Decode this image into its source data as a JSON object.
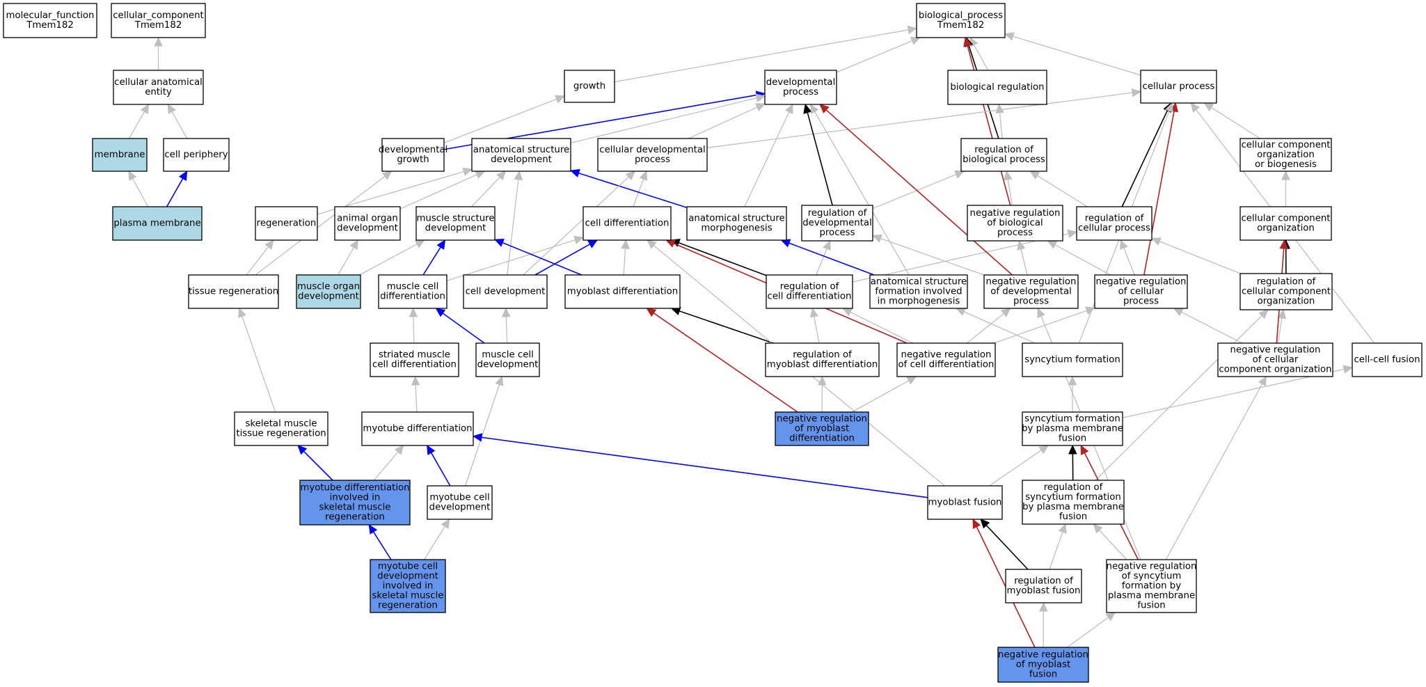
{
  "diagram": {
    "colors": {
      "background": "#ffffff",
      "node_default": "#ffffff",
      "node_lightblue": "#add8e6",
      "node_blue": "#6495ed",
      "edge_is_a": "#bfbfbf",
      "edge_part_of": "#0000ff",
      "edge_regulates": "#000000",
      "edge_negatively_regulates": "#b22222"
    },
    "nodes": [
      {
        "id": "mf",
        "lines": [
          "molecular_function",
          "Tmem182"
        ],
        "fill": "white"
      },
      {
        "id": "cc",
        "lines": [
          "cellular_component",
          "Tmem182"
        ],
        "fill": "white"
      },
      {
        "id": "bp",
        "lines": [
          "biological_process",
          "Tmem182"
        ],
        "fill": "white"
      },
      {
        "id": "cae",
        "lines": [
          "cellular anatomical",
          "entity"
        ],
        "fill": "white"
      },
      {
        "id": "membrane",
        "lines": [
          "membrane"
        ],
        "fill": "lightblue"
      },
      {
        "id": "cellperiph",
        "lines": [
          "cell periphery"
        ],
        "fill": "white"
      },
      {
        "id": "plasmamem",
        "lines": [
          "plasma membrane"
        ],
        "fill": "lightblue"
      },
      {
        "id": "growth",
        "lines": [
          "growth"
        ],
        "fill": "white"
      },
      {
        "id": "devproc",
        "lines": [
          "developmental",
          "process"
        ],
        "fill": "white"
      },
      {
        "id": "bioreg",
        "lines": [
          "biological regulation"
        ],
        "fill": "white"
      },
      {
        "id": "cellproc",
        "lines": [
          "cellular process"
        ],
        "fill": "white"
      },
      {
        "id": "devgrowth",
        "lines": [
          "developmental",
          "growth"
        ],
        "fill": "white"
      },
      {
        "id": "asd",
        "lines": [
          "anatomical structure",
          "development"
        ],
        "fill": "white"
      },
      {
        "id": "celldevproc",
        "lines": [
          "cellular developmental",
          "process"
        ],
        "fill": "white"
      },
      {
        "id": "regbio",
        "lines": [
          "regulation of",
          "biological process"
        ],
        "fill": "white"
      },
      {
        "id": "ccob",
        "lines": [
          "cellular component",
          "organization",
          "or biogenesis"
        ],
        "fill": "white"
      },
      {
        "id": "regeneration",
        "lines": [
          "regeneration"
        ],
        "fill": "white"
      },
      {
        "id": "aod",
        "lines": [
          "animal organ",
          "development"
        ],
        "fill": "white"
      },
      {
        "id": "msd",
        "lines": [
          "muscle structure",
          "development"
        ],
        "fill": "white"
      },
      {
        "id": "celldiff",
        "lines": [
          "cell differentiation"
        ],
        "fill": "white"
      },
      {
        "id": "asm",
        "lines": [
          "anatomical structure",
          "morphogenesis"
        ],
        "fill": "white"
      },
      {
        "id": "regdev",
        "lines": [
          "regulation of",
          "developmental",
          "process"
        ],
        "fill": "white"
      },
      {
        "id": "negregbio",
        "lines": [
          "negative regulation",
          "of biological",
          "process"
        ],
        "fill": "white"
      },
      {
        "id": "regcell",
        "lines": [
          "regulation of",
          "cellular process"
        ],
        "fill": "white"
      },
      {
        "id": "cco",
        "lines": [
          "cellular component",
          "organization"
        ],
        "fill": "white"
      },
      {
        "id": "tissuereg",
        "lines": [
          "tissue regeneration"
        ],
        "fill": "white"
      },
      {
        "id": "mod",
        "lines": [
          "muscle organ",
          "development"
        ],
        "fill": "lightblue"
      },
      {
        "id": "mcd",
        "lines": [
          "muscle cell",
          "differentiation"
        ],
        "fill": "white"
      },
      {
        "id": "celldev",
        "lines": [
          "cell development"
        ],
        "fill": "white"
      },
      {
        "id": "myodiff",
        "lines": [
          "myoblast differentiation"
        ],
        "fill": "white"
      },
      {
        "id": "regcelldiff",
        "lines": [
          "regulation of",
          "cell differentiation"
        ],
        "fill": "white"
      },
      {
        "id": "asfim",
        "lines": [
          "anatomical structure",
          "formation involved",
          "in morphogenesis"
        ],
        "fill": "white"
      },
      {
        "id": "negregdev",
        "lines": [
          "negative regulation",
          "of developmental",
          "process"
        ],
        "fill": "white"
      },
      {
        "id": "negregcell",
        "lines": [
          "negative regulation",
          "of cellular",
          "process"
        ],
        "fill": "white"
      },
      {
        "id": "regcco",
        "lines": [
          "regulation of",
          "cellular component",
          "organization"
        ],
        "fill": "white"
      },
      {
        "id": "smcd",
        "lines": [
          "striated muscle",
          "cell differentiation"
        ],
        "fill": "white"
      },
      {
        "id": "mcdev",
        "lines": [
          "muscle cell",
          "development"
        ],
        "fill": "white"
      },
      {
        "id": "regmyodiff",
        "lines": [
          "regulation of",
          "myoblast differentiation"
        ],
        "fill": "white"
      },
      {
        "id": "negregcelldiff",
        "lines": [
          "negative regulation",
          "of cell differentiation"
        ],
        "fill": "white"
      },
      {
        "id": "syncform",
        "lines": [
          "syncytium formation"
        ],
        "fill": "white"
      },
      {
        "id": "negregcco",
        "lines": [
          "negative regulation",
          "of cellular",
          "component organization"
        ],
        "fill": "white"
      },
      {
        "id": "ccfusion",
        "lines": [
          "cell-cell fusion"
        ],
        "fill": "white"
      },
      {
        "id": "skmtr",
        "lines": [
          "skeletal muscle",
          "tissue regeneration"
        ],
        "fill": "white"
      },
      {
        "id": "myotubediff",
        "lines": [
          "myotube differentiation"
        ],
        "fill": "white"
      },
      {
        "id": "negregmyodiff",
        "lines": [
          "negative regulation",
          "of myoblast",
          "differentiation"
        ],
        "fill": "blue"
      },
      {
        "id": "sfpmf",
        "lines": [
          "syncytium formation",
          "by plasma membrane",
          "fusion"
        ],
        "fill": "white"
      },
      {
        "id": "mdisk",
        "lines": [
          "myotube differentiation",
          "involved in",
          "skeletal muscle",
          "regeneration"
        ],
        "fill": "blue"
      },
      {
        "id": "mtcd",
        "lines": [
          "myotube cell",
          "development"
        ],
        "fill": "white"
      },
      {
        "id": "myofusion",
        "lines": [
          "myoblast fusion"
        ],
        "fill": "white"
      },
      {
        "id": "regsfpmf",
        "lines": [
          "regulation of",
          "syncytium formation",
          "by plasma membrane",
          "fusion"
        ],
        "fill": "white"
      },
      {
        "id": "mtcdisk",
        "lines": [
          "myotube cell",
          "development",
          "involved in",
          "skeletal muscle",
          "regeneration"
        ],
        "fill": "blue"
      },
      {
        "id": "regmyofusion",
        "lines": [
          "regulation of",
          "myoblast fusion"
        ],
        "fill": "white"
      },
      {
        "id": "negregsfpmf",
        "lines": [
          "negative regulation",
          "of syncytium",
          "formation by",
          "plasma membrane",
          "fusion"
        ],
        "fill": "white"
      },
      {
        "id": "negregmyofusion",
        "lines": [
          "negative regulation",
          "of myoblast",
          "fusion"
        ],
        "fill": "blue"
      }
    ],
    "edges": [
      {
        "from": "cae",
        "to": "cc",
        "type": "is_a"
      },
      {
        "from": "membrane",
        "to": "cae",
        "type": "is_a"
      },
      {
        "from": "cellperiph",
        "to": "cae",
        "type": "is_a"
      },
      {
        "from": "plasmamem",
        "to": "membrane",
        "type": "is_a"
      },
      {
        "from": "plasmamem",
        "to": "cellperiph",
        "type": "part_of"
      },
      {
        "from": "growth",
        "to": "bp",
        "type": "is_a"
      },
      {
        "from": "devproc",
        "to": "bp",
        "type": "is_a"
      },
      {
        "from": "bioreg",
        "to": "bp",
        "type": "is_a"
      },
      {
        "from": "cellproc",
        "to": "bp",
        "type": "is_a"
      },
      {
        "from": "regbio",
        "to": "bp",
        "type": "regulates"
      },
      {
        "from": "negregbio",
        "to": "bp",
        "type": "negatively_regulates"
      },
      {
        "from": "devgrowth",
        "to": "growth",
        "type": "is_a"
      },
      {
        "from": "devgrowth",
        "to": "devproc",
        "type": "part_of"
      },
      {
        "from": "asd",
        "to": "devproc",
        "type": "is_a"
      },
      {
        "from": "celldevproc",
        "to": "devproc",
        "type": "is_a"
      },
      {
        "from": "celldevproc",
        "to": "cellproc",
        "type": "is_a"
      },
      {
        "from": "regbio",
        "to": "bioreg",
        "type": "is_a"
      },
      {
        "from": "ccob",
        "to": "cellproc",
        "type": "is_a"
      },
      {
        "from": "regeneration",
        "to": "asd",
        "type": "is_a"
      },
      {
        "from": "aod",
        "to": "asd",
        "type": "is_a"
      },
      {
        "from": "msd",
        "to": "asd",
        "type": "is_a"
      },
      {
        "from": "celldiff",
        "to": "celldevproc",
        "type": "is_a"
      },
      {
        "from": "asm",
        "to": "devproc",
        "type": "is_a"
      },
      {
        "from": "asm",
        "to": "asd",
        "type": "part_of"
      },
      {
        "from": "regdev",
        "to": "devproc",
        "type": "regulates"
      },
      {
        "from": "regdev",
        "to": "regbio",
        "type": "is_a"
      },
      {
        "from": "negregbio",
        "to": "regbio",
        "type": "is_a"
      },
      {
        "from": "regcell",
        "to": "regbio",
        "type": "is_a"
      },
      {
        "from": "regcell",
        "to": "cellproc",
        "type": "regulates"
      },
      {
        "from": "cco",
        "to": "ccob",
        "type": "is_a"
      },
      {
        "from": "tissuereg",
        "to": "regeneration",
        "type": "is_a"
      },
      {
        "from": "tissuereg",
        "to": "devgrowth",
        "type": "is_a"
      },
      {
        "from": "mod",
        "to": "aod",
        "type": "is_a"
      },
      {
        "from": "mod",
        "to": "msd",
        "type": "is_a"
      },
      {
        "from": "mcd",
        "to": "msd",
        "type": "part_of"
      },
      {
        "from": "mcd",
        "to": "celldiff",
        "type": "is_a"
      },
      {
        "from": "celldev",
        "to": "asd",
        "type": "is_a"
      },
      {
        "from": "celldev",
        "to": "celldevproc",
        "type": "is_a"
      },
      {
        "from": "celldev",
        "to": "celldiff",
        "type": "part_of"
      },
      {
        "from": "myodiff",
        "to": "celldiff",
        "type": "is_a"
      },
      {
        "from": "myodiff",
        "to": "msd",
        "type": "part_of"
      },
      {
        "from": "regcelldiff",
        "to": "regdev",
        "type": "is_a"
      },
      {
        "from": "regcelldiff",
        "to": "celldiff",
        "type": "regulates"
      },
      {
        "from": "regcelldiff",
        "to": "regcell",
        "type": "is_a"
      },
      {
        "from": "asfim",
        "to": "devproc",
        "type": "is_a"
      },
      {
        "from": "asfim",
        "to": "asm",
        "type": "part_of"
      },
      {
        "from": "negregdev",
        "to": "regdev",
        "type": "is_a"
      },
      {
        "from": "negregdev",
        "to": "negregbio",
        "type": "is_a"
      },
      {
        "from": "negregdev",
        "to": "devproc",
        "type": "negatively_regulates"
      },
      {
        "from": "negregcell",
        "to": "negregbio",
        "type": "is_a"
      },
      {
        "from": "negregcell",
        "to": "regcell",
        "type": "is_a"
      },
      {
        "from": "negregcell",
        "to": "cellproc",
        "type": "negatively_regulates"
      },
      {
        "from": "regcco",
        "to": "cco",
        "type": "regulates"
      },
      {
        "from": "regcco",
        "to": "regcell",
        "type": "is_a"
      },
      {
        "from": "smcd",
        "to": "mcd",
        "type": "is_a"
      },
      {
        "from": "mcdev",
        "to": "celldev",
        "type": "is_a"
      },
      {
        "from": "mcdev",
        "to": "mcd",
        "type": "part_of"
      },
      {
        "from": "regmyodiff",
        "to": "regcelldiff",
        "type": "is_a"
      },
      {
        "from": "regmyodiff",
        "to": "myodiff",
        "type": "regulates"
      },
      {
        "from": "negregcelldiff",
        "to": "regcelldiff",
        "type": "is_a"
      },
      {
        "from": "negregcelldiff",
        "to": "negregdev",
        "type": "is_a"
      },
      {
        "from": "negregcelldiff",
        "to": "negregcell",
        "type": "is_a"
      },
      {
        "from": "negregcelldiff",
        "to": "celldiff",
        "type": "negatively_regulates"
      },
      {
        "from": "syncform",
        "to": "asfim",
        "type": "is_a"
      },
      {
        "from": "syncform",
        "to": "cellproc",
        "type": "is_a"
      },
      {
        "from": "negregcco",
        "to": "regcco",
        "type": "is_a"
      },
      {
        "from": "negregcco",
        "to": "negregcell",
        "type": "is_a"
      },
      {
        "from": "negregcco",
        "to": "cco",
        "type": "negatively_regulates"
      },
      {
        "from": "ccfusion",
        "to": "cellproc",
        "type": "is_a"
      },
      {
        "from": "skmtr",
        "to": "tissuereg",
        "type": "is_a"
      },
      {
        "from": "myotubediff",
        "to": "smcd",
        "type": "is_a"
      },
      {
        "from": "negregmyodiff",
        "to": "regmyodiff",
        "type": "is_a"
      },
      {
        "from": "negregmyodiff",
        "to": "negregcelldiff",
        "type": "is_a"
      },
      {
        "from": "negregmyodiff",
        "to": "myodiff",
        "type": "negatively_regulates"
      },
      {
        "from": "sfpmf",
        "to": "syncform",
        "type": "is_a"
      },
      {
        "from": "sfpmf",
        "to": "ccfusion",
        "type": "is_a"
      },
      {
        "from": "mdisk",
        "to": "skmtr",
        "type": "part_of"
      },
      {
        "from": "mdisk",
        "to": "myotubediff",
        "type": "is_a"
      },
      {
        "from": "mtcd",
        "to": "mcdev",
        "type": "is_a"
      },
      {
        "from": "mtcd",
        "to": "myotubediff",
        "type": "part_of"
      },
      {
        "from": "myofusion",
        "to": "myotubediff",
        "type": "part_of"
      },
      {
        "from": "myofusion",
        "to": "sfpmf",
        "type": "is_a"
      },
      {
        "from": "myofusion",
        "to": "celldiff",
        "type": "is_a"
      },
      {
        "from": "regsfpmf",
        "to": "sfpmf",
        "type": "regulates"
      },
      {
        "from": "regsfpmf",
        "to": "regcco",
        "type": "is_a"
      },
      {
        "from": "mtcdisk",
        "to": "mdisk",
        "type": "part_of"
      },
      {
        "from": "mtcdisk",
        "to": "mtcd",
        "type": "is_a"
      },
      {
        "from": "regmyofusion",
        "to": "regsfpmf",
        "type": "is_a"
      },
      {
        "from": "regmyofusion",
        "to": "myofusion",
        "type": "regulates"
      },
      {
        "from": "negregsfpmf",
        "to": "regsfpmf",
        "type": "is_a"
      },
      {
        "from": "negregsfpmf",
        "to": "negregcco",
        "type": "is_a"
      },
      {
        "from": "negregsfpmf",
        "to": "sfpmf",
        "type": "negatively_regulates"
      },
      {
        "from": "negregsfpmf",
        "to": "negregdev",
        "type": "is_a"
      },
      {
        "from": "negregmyofusion",
        "to": "regmyofusion",
        "type": "is_a"
      },
      {
        "from": "negregmyofusion",
        "to": "negregsfpmf",
        "type": "is_a"
      },
      {
        "from": "negregmyofusion",
        "to": "myofusion",
        "type": "negatively_regulates"
      }
    ]
  }
}
